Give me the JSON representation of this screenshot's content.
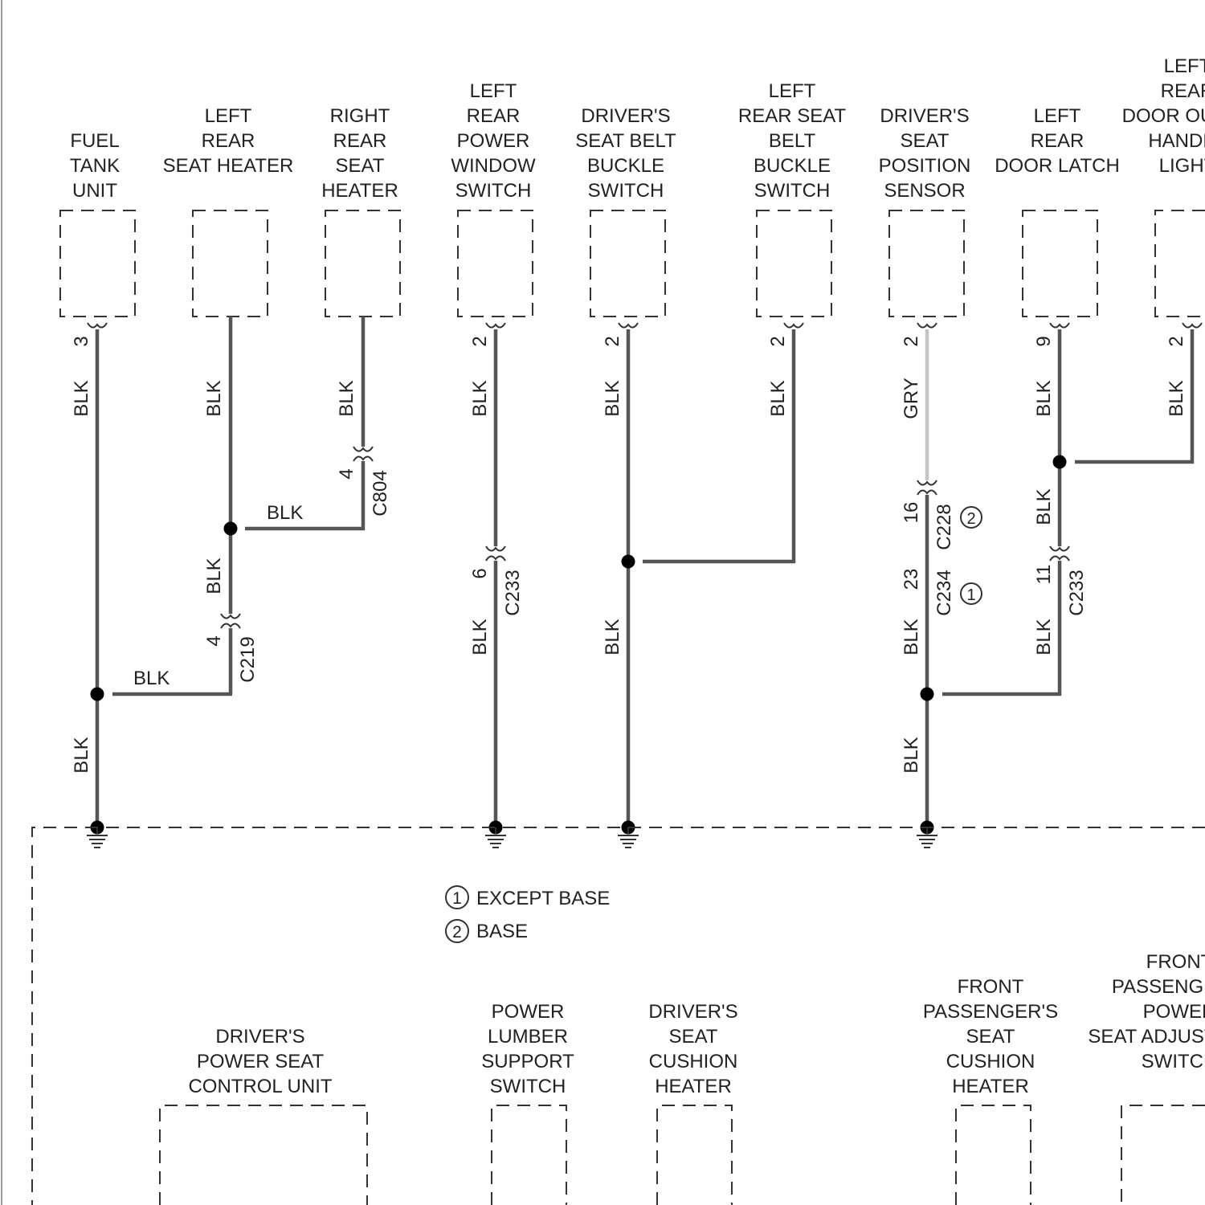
{
  "colors": {
    "wire_blk": "#555555",
    "wire_gry": "#c4c4c4",
    "dot": "#000000",
    "text": "#222222"
  },
  "top_components": [
    {
      "id": "fuel",
      "lines": [
        "FUEL",
        "TANK",
        "UNIT"
      ]
    },
    {
      "id": "lrsh",
      "lines": [
        "LEFT",
        "REAR",
        "SEAT HEATER"
      ]
    },
    {
      "id": "rrsh",
      "lines": [
        "RIGHT",
        "REAR",
        "SEAT",
        "HEATER"
      ]
    },
    {
      "id": "lrpw",
      "lines": [
        "LEFT",
        "REAR",
        "POWER",
        "WINDOW",
        "SWITCH"
      ]
    },
    {
      "id": "dsbb",
      "lines": [
        "DRIVER'S",
        "SEAT BELT",
        "BUCKLE",
        "SWITCH"
      ]
    },
    {
      "id": "lrsbb",
      "lines": [
        "LEFT",
        "REAR SEAT",
        "BELT",
        "BUCKLE",
        "SWITCH"
      ]
    },
    {
      "id": "dsps",
      "lines": [
        "DRIVER'S",
        "SEAT",
        "POSITION",
        "SENSOR"
      ]
    },
    {
      "id": "lrdl",
      "lines": [
        "LEFT",
        "REAR",
        "DOOR LATCH"
      ]
    },
    {
      "id": "lrdoh",
      "lines": [
        "LEFT",
        "REAR",
        "DOOR OUTER",
        "HANDLE",
        "LIGHT"
      ]
    }
  ],
  "bottom_components": [
    {
      "id": "dpscu",
      "lines": [
        "DRIVER'S",
        "POWER SEAT",
        "CONTROL UNIT"
      ]
    },
    {
      "id": "plss",
      "lines": [
        "POWER",
        "LUMBER",
        "SUPPORT",
        "SWITCH"
      ]
    },
    {
      "id": "dsch",
      "lines": [
        "DRIVER'S",
        "SEAT",
        "CUSHION",
        "HEATER"
      ]
    },
    {
      "id": "fpsch",
      "lines": [
        "FRONT",
        "PASSENGER'S",
        "SEAT",
        "CUSHION",
        "HEATER"
      ]
    },
    {
      "id": "fppsas",
      "lines": [
        "FRONT",
        "PASSENGER'S",
        "POWER",
        "SEAT ADJUSTMENT",
        "SWITCH"
      ]
    }
  ],
  "pin_labels": [
    "3",
    "2",
    "2",
    "2",
    "2",
    "2",
    "9",
    "2"
  ],
  "wire_labels": [
    "BLK",
    "BLK",
    "BLK",
    "BLK",
    "BLK",
    "BLK",
    "GRY",
    "BLK",
    "BLK",
    "BLK",
    "BLK",
    "BLK",
    "BLK",
    "BLK",
    "BLK",
    "BLK",
    "BLK",
    "BLK",
    "BLK",
    "BLK"
  ],
  "connectors": [
    {
      "pin": "4",
      "name": "C804"
    },
    {
      "pin": "4",
      "name": "C219"
    },
    {
      "pin": "6",
      "name": "C233"
    },
    {
      "pin": "16",
      "name": "C228",
      "note": "2"
    },
    {
      "pin": "23",
      "name": "C234",
      "note": "1"
    },
    {
      "pin": "11",
      "name": "C233"
    }
  ],
  "legend": [
    {
      "symbol": "1",
      "text": "EXCEPT BASE"
    },
    {
      "symbol": "2",
      "text": "BASE"
    }
  ]
}
